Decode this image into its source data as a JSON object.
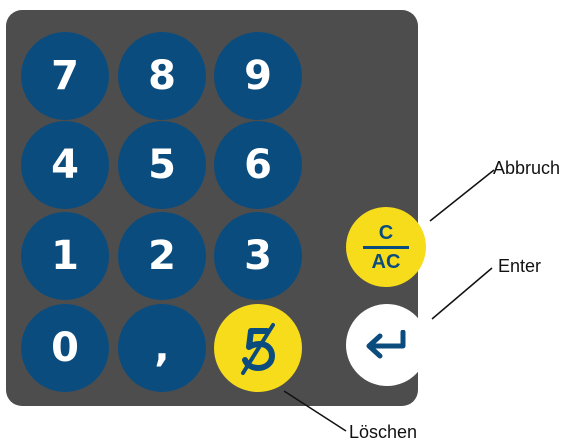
{
  "keypad": {
    "keys": {
      "seven": "7",
      "eight": "8",
      "nine": "9",
      "four": "4",
      "five": "5",
      "six": "6",
      "one": "1",
      "two": "2",
      "three": "3",
      "zero": "0",
      "comma": ","
    },
    "cancel_key": {
      "top": "C",
      "bottom": "AC"
    },
    "delete_key_icon": "struck-through-five-icon",
    "enter_key_icon": "return-arrow-icon"
  },
  "labels": {
    "abbruch": "Abbruch",
    "enter": "Enter",
    "loeschen": "Löschen"
  },
  "colors": {
    "panel": "#4d4d4d",
    "digit_key": "#0b4c7e",
    "special_key": "#f7dc1c",
    "enter_key": "#ffffff"
  }
}
